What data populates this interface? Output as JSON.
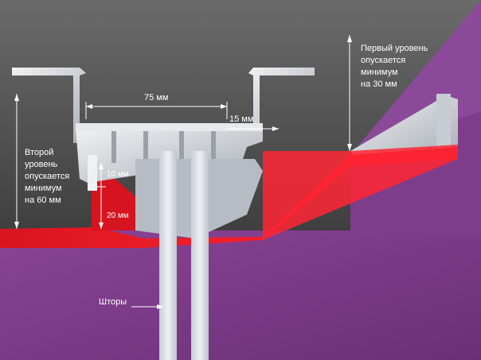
{
  "diagram": {
    "dims": {
      "width_75": "75 мм",
      "width_15": "15 мм",
      "h_10": "10 мм",
      "h_20": "20 мм"
    },
    "notes": {
      "first_level": [
        "Первый уровень",
        "опускается",
        "минимум",
        "на 30 мм"
      ],
      "second_level": [
        "Второй",
        "уровень",
        "опускается",
        "минимум",
        "на 60 мм"
      ],
      "curtains": "Шторы"
    },
    "colors": {
      "ceiling": "#5b5b5b",
      "wall_purple": "#7a3a86",
      "stretch_red": "#e3192a",
      "profile_aluminum": "#d4d8dc",
      "curtain": "#d9dde4",
      "annotation": "#ffffff"
    }
  }
}
